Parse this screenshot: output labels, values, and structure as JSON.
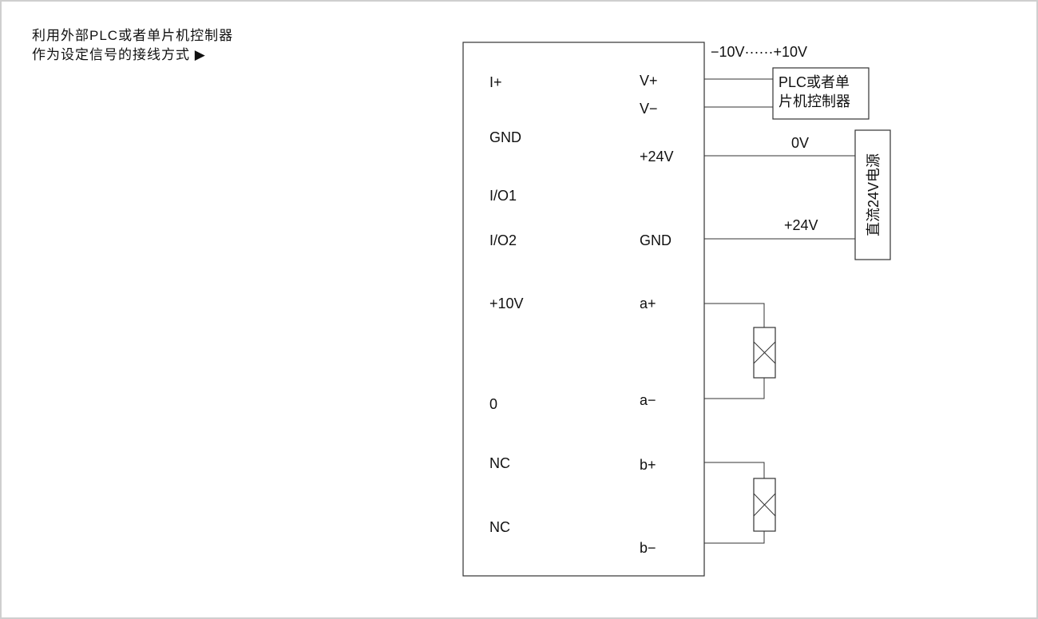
{
  "caption": {
    "line1": "利用外部PLC或者单片机控制器",
    "line2": "作为设定信号的接线方式 ▶"
  },
  "module": {
    "left_terminals": [
      "I+",
      "GND",
      "I/O1",
      "I/O2",
      "+10V",
      "0",
      "NC",
      "NC"
    ],
    "right_terminals": [
      "V+",
      "V−",
      "+24V",
      "GND",
      "a+",
      "a−",
      "b+",
      "b−"
    ]
  },
  "signal": {
    "range_label": "−10V······+10V",
    "device_line1": "PLC或者单",
    "device_line2": "片机控制器"
  },
  "power": {
    "zero_label": "0V",
    "plus_label": "+24V",
    "device_label": "直流24V电源"
  }
}
